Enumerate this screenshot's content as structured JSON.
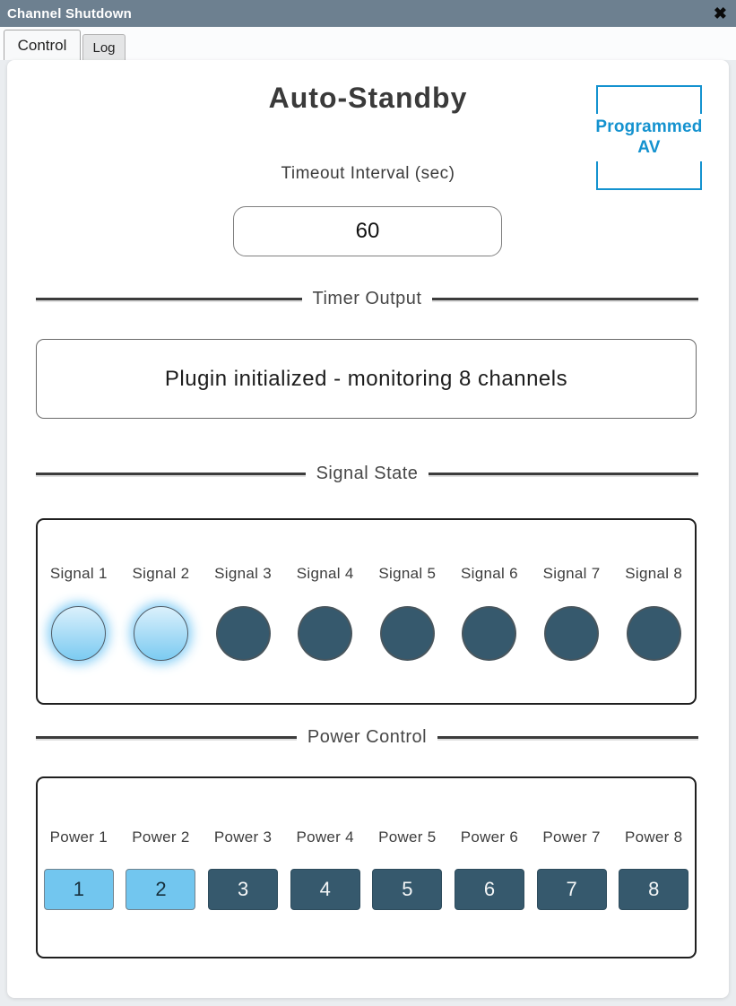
{
  "window": {
    "title": "Channel Shutdown",
    "close_icon": "✖"
  },
  "tabs": {
    "control": "Control",
    "log": "Log"
  },
  "panel": {
    "heading": "Auto-Standby",
    "logo": {
      "line1": "Programmed",
      "line2": "AV"
    },
    "timeout_label": "Timeout Interval (sec)",
    "timeout_value": "60",
    "sections": {
      "timer": "Timer Output",
      "signal": "Signal State",
      "power": "Power Control"
    },
    "timer_message": "Plugin initialized - monitoring 8 channels",
    "signals": [
      {
        "label": "Signal 1",
        "active": true
      },
      {
        "label": "Signal 2",
        "active": true
      },
      {
        "label": "Signal 3",
        "active": false
      },
      {
        "label": "Signal 4",
        "active": false
      },
      {
        "label": "Signal 5",
        "active": false
      },
      {
        "label": "Signal 6",
        "active": false
      },
      {
        "label": "Signal 7",
        "active": false
      },
      {
        "label": "Signal 8",
        "active": false
      }
    ],
    "powers": [
      {
        "label": "Power 1",
        "number": "1",
        "active": true
      },
      {
        "label": "Power 2",
        "number": "2",
        "active": true
      },
      {
        "label": "Power 3",
        "number": "3",
        "active": false
      },
      {
        "label": "Power 4",
        "number": "4",
        "active": false
      },
      {
        "label": "Power 5",
        "number": "5",
        "active": false
      },
      {
        "label": "Power 6",
        "number": "6",
        "active": false
      },
      {
        "label": "Power 7",
        "number": "7",
        "active": false
      },
      {
        "label": "Power 8",
        "number": "8",
        "active": false
      }
    ],
    "colors": {
      "titlebar": "#6d8090",
      "active_blue": "#72c6ef",
      "inactive_slate": "#36596d",
      "logo_blue": "#1492cf"
    }
  }
}
